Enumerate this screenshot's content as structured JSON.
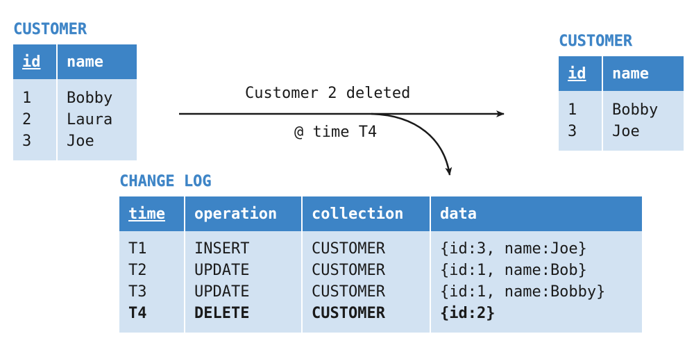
{
  "customer_before": {
    "title": "CUSTOMER",
    "headers": [
      "id",
      "name"
    ],
    "rows": [
      {
        "id": "1",
        "name": "Bobby"
      },
      {
        "id": "2",
        "name": "Laura"
      },
      {
        "id": "3",
        "name": "Joe"
      }
    ]
  },
  "customer_after": {
    "title": "CUSTOMER",
    "headers": [
      "id",
      "name"
    ],
    "rows": [
      {
        "id": "1",
        "name": "Bobby"
      },
      {
        "id": "3",
        "name": "Joe"
      }
    ]
  },
  "transition": {
    "label": "Customer 2 deleted",
    "sublabel": "@ time T4"
  },
  "change_log": {
    "title": "CHANGE LOG",
    "headers": [
      "time",
      "operation",
      "collection",
      "data"
    ],
    "rows": [
      {
        "time": "T1",
        "operation": "INSERT",
        "collection": "CUSTOMER",
        "data": "{id:3, name:Joe}",
        "bold": false
      },
      {
        "time": "T2",
        "operation": "UPDATE",
        "collection": "CUSTOMER",
        "data": "{id:1, name:Bob}",
        "bold": false
      },
      {
        "time": "T3",
        "operation": "UPDATE",
        "collection": "CUSTOMER",
        "data": "{id:1, name:Bobby}",
        "bold": false
      },
      {
        "time": "T4",
        "operation": "DELETE",
        "collection": "CUSTOMER",
        "data": "{id:2}",
        "bold": true
      }
    ]
  },
  "colors": {
    "header_bg": "#3d84c6",
    "body_bg": "#d2e2f2",
    "title_text": "#3d84c6"
  }
}
